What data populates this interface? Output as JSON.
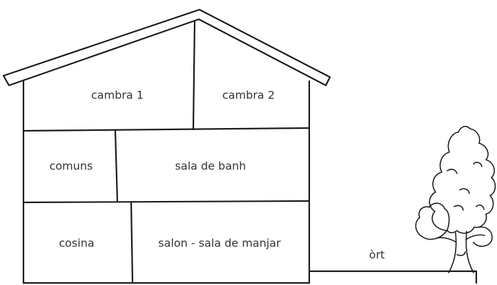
{
  "diagram": {
    "rooms": {
      "cambra1": "cambra 1",
      "cambra2": "cambra 2",
      "comuns": "comuns",
      "sala_de_banh": "sala de banh",
      "cosina": "cosina",
      "salon": "salon - sala de manjar"
    },
    "garden": "òrt"
  }
}
